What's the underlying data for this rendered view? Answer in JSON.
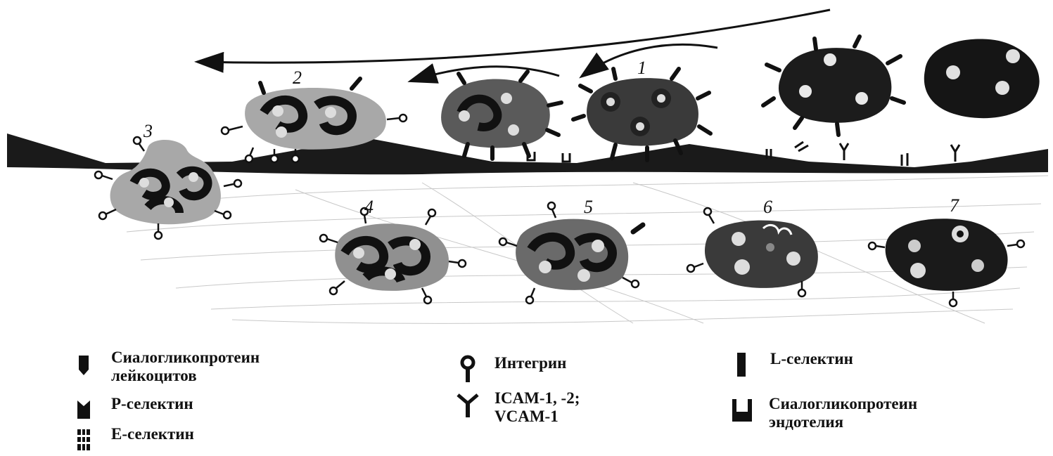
{
  "stage_numbers": [
    "1",
    "2",
    "3",
    "4",
    "5",
    "6",
    "7"
  ],
  "legend": [
    {
      "icon": "sialoglycoprotein-leukocyte-icon",
      "text": "Сиалогликопротеин\nлейкоцитов"
    },
    {
      "icon": "p-selectin-icon",
      "text": "Р-селектин"
    },
    {
      "icon": "e-selectin-icon",
      "text": "Е-селектин"
    },
    {
      "icon": "integrin-icon",
      "text": "Интегрин"
    },
    {
      "icon": "icam-vcam-icon",
      "text": "ICAM-1, -2;\nVCAM-1"
    },
    {
      "icon": "l-selectin-icon",
      "text": "L-селектин"
    },
    {
      "icon": "sialoglycoprotein-endothelium-icon",
      "text": "Сиалогликопротеин\nэндотелия"
    }
  ]
}
